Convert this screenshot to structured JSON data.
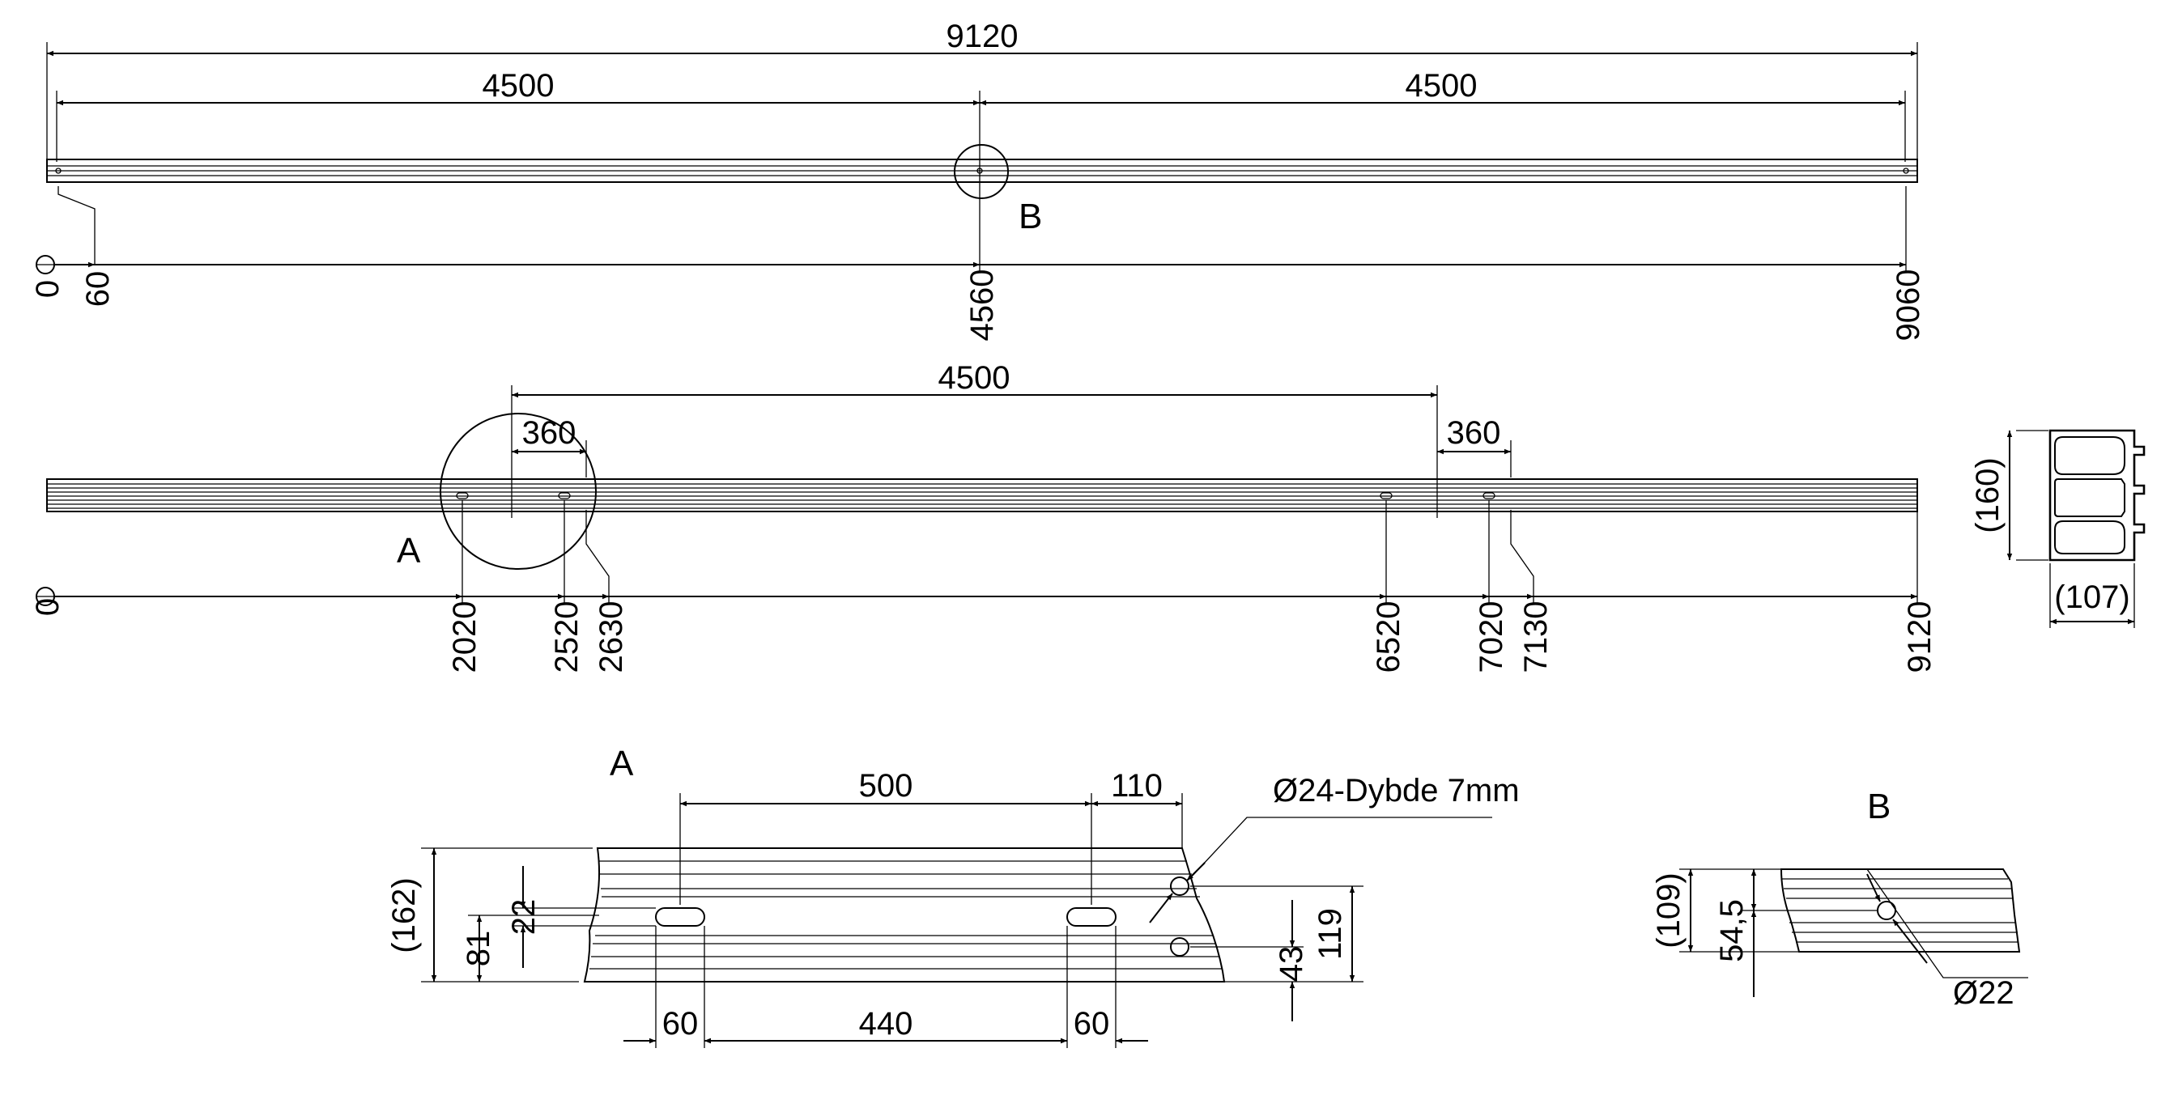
{
  "view1": {
    "total": "9120",
    "half_left": "4500",
    "half_right": "4500",
    "detail_label": "B",
    "ord_0": "0",
    "ord_60": "60",
    "ord_4560": "4560",
    "ord_9060": "9060"
  },
  "view2": {
    "span": "4500",
    "offset_left": "360",
    "offset_right": "360",
    "detail_label": "A",
    "ord_0": "0",
    "ord_2020": "2020",
    "ord_2520": "2520",
    "ord_2630": "2630",
    "ord_6520": "6520",
    "ord_7020": "7020",
    "ord_7130": "7130",
    "ord_9120": "9120"
  },
  "section": {
    "height": "(160)",
    "width": "(107)"
  },
  "detail_a": {
    "label": "A",
    "spacing": "500",
    "edge": "110",
    "note": "Ø24-Dybde 7mm",
    "height": "(162)",
    "mid": "81",
    "slot_width": "22",
    "right_height": "119",
    "hole_height": "43",
    "slot_len_left": "60",
    "slot_gap": "440",
    "slot_len_right": "60"
  },
  "detail_b": {
    "label": "B",
    "height": "(109)",
    "mid": "54,5",
    "hole": "Ø22"
  }
}
